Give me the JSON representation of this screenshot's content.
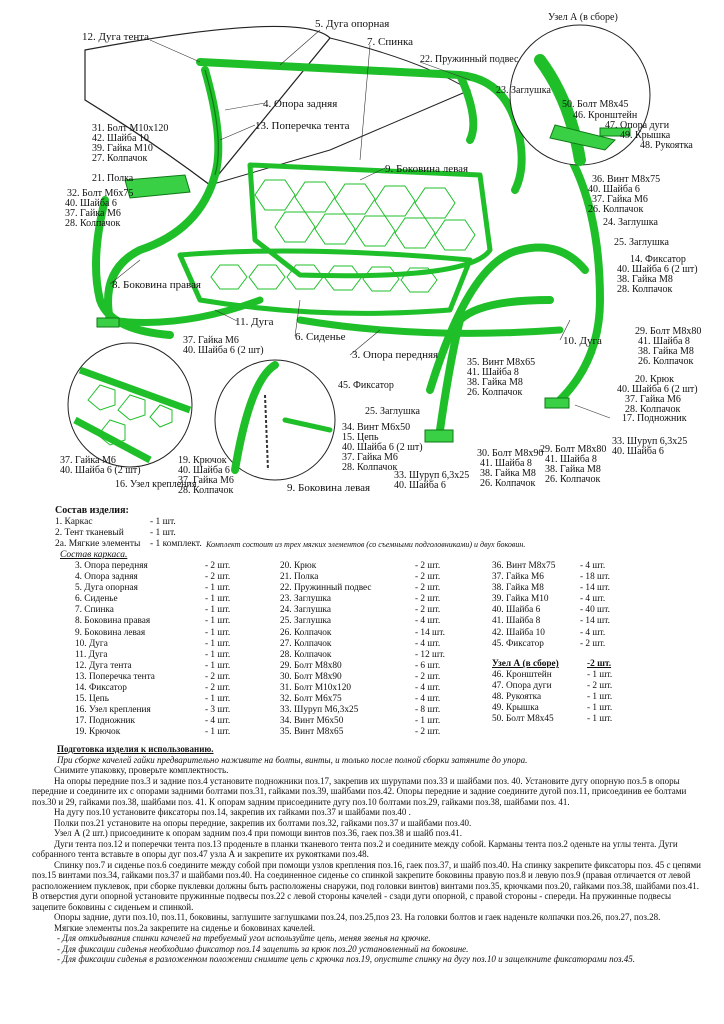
{
  "diagram_labels": {
    "l12": "12. Дуга тента",
    "l5": "5. Дуга опорная",
    "l7": "7. Спинка",
    "l22": "22. Пружинный подвес",
    "l4": "4. Опора задняя",
    "l13": "13. Поперечка тента",
    "l9": "9. Боковина левая",
    "l31": "31. Болт М10х120",
    "l42": "42. Шайба 10",
    "l39": "39. Гайка М10",
    "l27": "27. Колпачок",
    "l21": "21. Полка",
    "l32": "32. Болт М6х75",
    "l40a": "40. Шайба 6",
    "l37a": "37. Гайка М6",
    "l28a": "28. Колпачок",
    "l8": "8. Боковина правая",
    "l11": "11. Дуга",
    "l6": "6. Сиденье",
    "l3": "3. Опора передняя",
    "l37b": "37. Гайка М6",
    "l40b": "40. Шайба 6 (2 шт)",
    "l37c": "37. Гайка М6",
    "l40c": "40. Шайба 6 (2 шт)",
    "l16": "16. Узел крепления",
    "l19": "19. Крючок",
    "l40d": "40. Шайба 6",
    "l37d": "37. Гайка М6",
    "l28b": "28. Колпачок",
    "l45": "45. Фиксатор",
    "l34": "34. Винт М6х50",
    "l15": "15. Цепь",
    "l40e": "40. Шайба 6 (2 шт)",
    "l37e": "37. Гайка М6",
    "l28c": "28. Колпачок",
    "l33": "33. Шуруп 6,3х25",
    "l40f": "40. Шайба 6",
    "l9b": "9. Боковина левая",
    "l25": "25. Заглушка",
    "l35": "35. Винт М8х65",
    "l41a": "41. Шайба 8",
    "l38a": "38. Гайка М8",
    "l26a": "26. Колпачок",
    "l30": "30. Болт М8х90",
    "l41b": "41. Шайба 8",
    "l38b": "38. Гайка М8",
    "l26b": "26. Колпачок",
    "l29a": "29. Болт М8х80",
    "l41c": "41. Шайба 8",
    "l38c": "38. Гайка М8",
    "l26c": "26. Колпачок",
    "l33b": "33. Шуруп 6,3х25",
    "l40g": "40. Шайба 6",
    "l17": "17. Подножник",
    "l20": "20. Крюк",
    "l40h": "40. Шайба 6 (2 шт)",
    "l37f": "37. Гайка М6",
    "l28d": "28. Колпачок",
    "l29b": "29. Болт М8х80",
    "l41d": "41. Шайба 8",
    "l38d": "38. Гайка М8",
    "l26d": "26. Колпачок",
    "l10": "10. Дуга",
    "l14": "14. Фиксатор",
    "l40i": "40. Шайба 6 (2 шт)",
    "l38e": "38. Гайка М8",
    "l28e": "28. Колпачок",
    "l25b": "25. Заглушка",
    "l24": "24. Заглушка",
    "l36": "36. Винт М8х75",
    "l40j": "40. Шайба 6",
    "l37g": "37. Гайка М6",
    "l26e": "26. Колпачок",
    "l23": "23. Заглушка",
    "nodeA_title": "Узел А (в сборе)",
    "l50": "50. Болт М8х45",
    "l46": "46. Кронштейн",
    "l47": "47. Опора дуги",
    "l49": "49. Крышка",
    "l48": "48. Рукоятка"
  },
  "composition": {
    "title": "Состав изделия:",
    "rows": [
      {
        "name": "1. Каркас",
        "qty": "- 1 шт.",
        "note": ""
      },
      {
        "name": "2. Тент тканевый",
        "qty": "- 1 шт.",
        "note": ""
      },
      {
        "name": "2а. Мягкие элементы",
        "qty": "- 1 комплект.",
        "note": "Комплект состоит из трех мягких элементов (со съемными подголовниками) и двух боковин."
      }
    ],
    "carcass_title": "Состав каркаса."
  },
  "parts_col1": [
    {
      "name": "3. Опора передняя",
      "qty": "- 2 шт."
    },
    {
      "name": "4. Опора задняя",
      "qty": "- 2 шт."
    },
    {
      "name": "5. Дуга опорная",
      "qty": "- 1 шт."
    },
    {
      "name": "6. Сиденье",
      "qty": "- 1 шт."
    },
    {
      "name": "7. Спинка",
      "qty": "- 1 шт."
    },
    {
      "name": "8. Боковина правая",
      "qty": "- 1 шт."
    },
    {
      "name": "9. Боковина левая",
      "qty": "- 1 шт."
    },
    {
      "name": "10. Дуга",
      "qty": "- 1 шт."
    },
    {
      "name": "11. Дуга",
      "qty": "- 1 шт."
    },
    {
      "name": "12. Дуга тента",
      "qty": "- 1 шт."
    },
    {
      "name": "13. Поперечка тента",
      "qty": "- 2 шт."
    },
    {
      "name": "14. Фиксатор",
      "qty": "- 2 шт."
    },
    {
      "name": "15. Цепь",
      "qty": "- 1 шт."
    },
    {
      "name": "16. Узел крепления",
      "qty": "- 3 шт."
    },
    {
      "name": "17. Подножник",
      "qty": "- 4 шт."
    },
    {
      "name": "19. Крючок",
      "qty": "- 1 шт."
    }
  ],
  "parts_col2": [
    {
      "name": "20. Крюк",
      "qty": "- 2 шт."
    },
    {
      "name": "21. Полка",
      "qty": "- 2 шт."
    },
    {
      "name": "22. Пружинный подвес",
      "qty": "- 2 шт."
    },
    {
      "name": "23. Заглушка",
      "qty": "- 2 шт."
    },
    {
      "name": "24. Заглушка",
      "qty": "- 2 шт."
    },
    {
      "name": "25. Заглушка",
      "qty": "- 4 шт."
    },
    {
      "name": "26. Колпачок",
      "qty": "- 14 шт."
    },
    {
      "name": "27. Колпачок",
      "qty": "- 4 шт."
    },
    {
      "name": "28. Колпачок",
      "qty": "- 12 шт."
    },
    {
      "name": "29. Болт М8х80",
      "qty": "- 6 шт."
    },
    {
      "name": "30. Болт М8х90",
      "qty": "- 2 шт."
    },
    {
      "name": "31. Болт М10х120",
      "qty": "- 4 шт."
    },
    {
      "name": "32. Болт М6х75",
      "qty": "- 4 шт."
    },
    {
      "name": "33. Шуруп М6,3х25",
      "qty": "- 8 шт."
    },
    {
      "name": "34. Винт М6х50",
      "qty": "- 1 шт."
    },
    {
      "name": "35. Винт М8х65",
      "qty": "- 2 шт."
    }
  ],
  "parts_col3": [
    {
      "name": "36. Винт М8х75",
      "qty": "- 4 шт."
    },
    {
      "name": "37. Гайка М6",
      "qty": "- 18 шт."
    },
    {
      "name": "38. Гайка М8",
      "qty": "- 14 шт."
    },
    {
      "name": "39. Гайка М10",
      "qty": "- 4 шт."
    },
    {
      "name": "40. Шайба 6",
      "qty": "- 40 шт."
    },
    {
      "name": "41. Шайба 8",
      "qty": "- 14 шт."
    },
    {
      "name": "42. Шайба 10",
      "qty": "- 4 шт."
    },
    {
      "name": "45. Фиксатор",
      "qty": "- 2 шт."
    }
  ],
  "nodeA": {
    "title": "Узел А (в сборе)",
    "qty": "-2 шт.",
    "rows": [
      {
        "name": "46. Кронштейн",
        "qty": "- 1 шт."
      },
      {
        "name": "47. Опора дуги",
        "qty": "- 2 шт."
      },
      {
        "name": "48. Рукоятка",
        "qty": "- 1 шт."
      },
      {
        "name": "49. Крышка",
        "qty": "- 1 шт."
      },
      {
        "name": "50. Болт М8х45",
        "qty": "- 1 шт."
      }
    ]
  },
  "preparation": {
    "title": "Подготовка изделия к использованию.",
    "warning": "При сборке качелей гайки предварительно наживите на болты, винты, и только после полной сборки затяните до упора.",
    "paragraphs": [
      "Снимите упаковку, проверьте комплектность.",
      "На опоры передние поз.3 и задние поз.4 установите подножники поз.17, закрепив их шурупами поз.33 и шайбами поз. 40. Установите дугу опорную поз.5 в опоры передние и соедините их с опорами задними болтами поз.31, гайками поз.39, шайбами поз.42. Опоры передние и задние соедините дугой поз.11, присоединив ее болтами поз.30 и 29, гайками поз.38, шайбами поз. 41. К опорам задним присоедините дугу поз.10 болтами поз.29, гайками поз.38, шайбами поз. 41.",
      "На дугу поз.10 установите фиксаторы поз.14, закрепив их гайками поз.37 и шайбами поз.40 .",
      "Полки поз.21 установите на опоры передние, закрепив их болтами поз.32, гайками поз.37 и шайбами поз.40.",
      "Узел А (2 шт.) присоедините к опорам задним поз.4 при помощи винтов поз.36, гаек поз.38 и шайб поз.41.",
      "Дуги тента поз.12 и поперечки тента поз.13 проденьте в планки тканевого тента поз.2 и соедините между собой. Карманы тента поз.2 оденьте на углы тента. Дуги собранного тента вставьте в опоры дуг поз.47 узла А и закрепите их рукоятками поз.48.",
      "Спинку поз.7 и сиденье поз.6 соедините между собой при помощи узлов крепления поз.16, гаек поз.37, и шайб поз.40. На спинку закрепите фиксаторы поз. 45 с цепями поз.15 винтами поз.34, гайками поз.37 и шайбами поз.40. На соединенное сиденье со спинкой закрепите боковины правую поз.8 и левую поз.9 (правая отличается от левой расположением пуклевок, при сборке пуклевки должны быть расположены снаружи, под головки винтов) винтами поз.35, крючками поз.20, гайками поз.38, шайбами поз.41. В отверстия дуги опорной установите пружинные подвесы поз.22 с левой стороны качелей - сзади дуги опорной, с правой стороны - спереди. На пружинные подвесы зацепите боковины с сиденьем и спинкой.",
      "Опоры задние, дуги поз.10, поз.11, боковины, заглушите заглушками поз.24, поз.25,поз 23. На головки болтов и гаек наденьте колпачки поз.26, поз.27, поз.28.",
      "Мягкие элементы поз.2а закрепите на сиденье и боковинах качелей."
    ],
    "notes": [
      "- Для откидывания спинки качелей на требуемый угол используйте цепь, меняя звенья на крючке.",
      "- Для фиксации сиденья необходимо фиксатор поз.14 зацепить за крюк поз.20 установленный на боковине.",
      "- Для фиксации сиденья в разложенном положении снимите цепь с крючка поз.19, опустите спинку на дугу поз.10 и защелкните фиксаторами поз.45."
    ]
  }
}
